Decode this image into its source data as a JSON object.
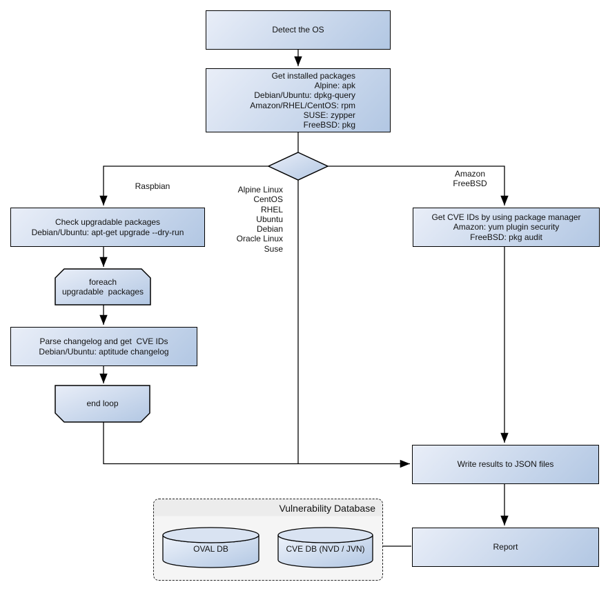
{
  "nodes": {
    "detect_os": {
      "label": "Detect the OS"
    },
    "get_installed_packages": {
      "lines": [
        "Get installed packages",
        "Alpine: apk",
        "Debian/Ubuntu: dpkg-query",
        "Amazon/RHEL/CentOS: rpm",
        "SUSE: zypper",
        "FreeBSD: pkg"
      ]
    },
    "check_upgradable": {
      "lines": [
        "Check upgradable packages",
        "Debian/Ubuntu: apt-get upgrade --dry-run"
      ]
    },
    "foreach_loop": {
      "lines": [
        "foreach",
        "upgradable  packages"
      ]
    },
    "parse_changelog": {
      "lines": [
        "Parse changelog and get  CVE IDs",
        "Debian/Ubuntu: aptitude changelog"
      ]
    },
    "end_loop": {
      "label": "end loop"
    },
    "get_cve_ids": {
      "lines": [
        "Get CVE IDs by using package manager",
        "Amazon: yum plugin security",
        "FreeBSD: pkg audit"
      ]
    },
    "write_results": {
      "label": "Write results to JSON files"
    },
    "report": {
      "label": "Report"
    },
    "oval_db": {
      "label": "OVAL DB"
    },
    "cve_db": {
      "label": "CVE DB (NVD / JVN)"
    },
    "vulnerability_database": {
      "title": "Vulnerability Database"
    }
  },
  "edge_labels": {
    "raspbian": "Raspbian",
    "amazon_freebsd": [
      "Amazon",
      "FreeBSD"
    ],
    "os_list": [
      "Alpine Linux",
      "CentOS",
      "RHEL",
      "Ubuntu",
      "Debian",
      "Oracle Linux",
      "Suse"
    ]
  },
  "colors": {
    "node_gradient_start": "#e9eef8",
    "node_gradient_end": "#b2c7e3",
    "cylinder_top": "#d9e3f2",
    "cylinder_body_start": "#eef3fb",
    "cylinder_body_end": "#b2c7e3",
    "container_fill": "#f5f5f5",
    "container_band": "#ececec",
    "line_color": "#000000",
    "text_color": "#111111",
    "page_bg": "#ffffff"
  }
}
